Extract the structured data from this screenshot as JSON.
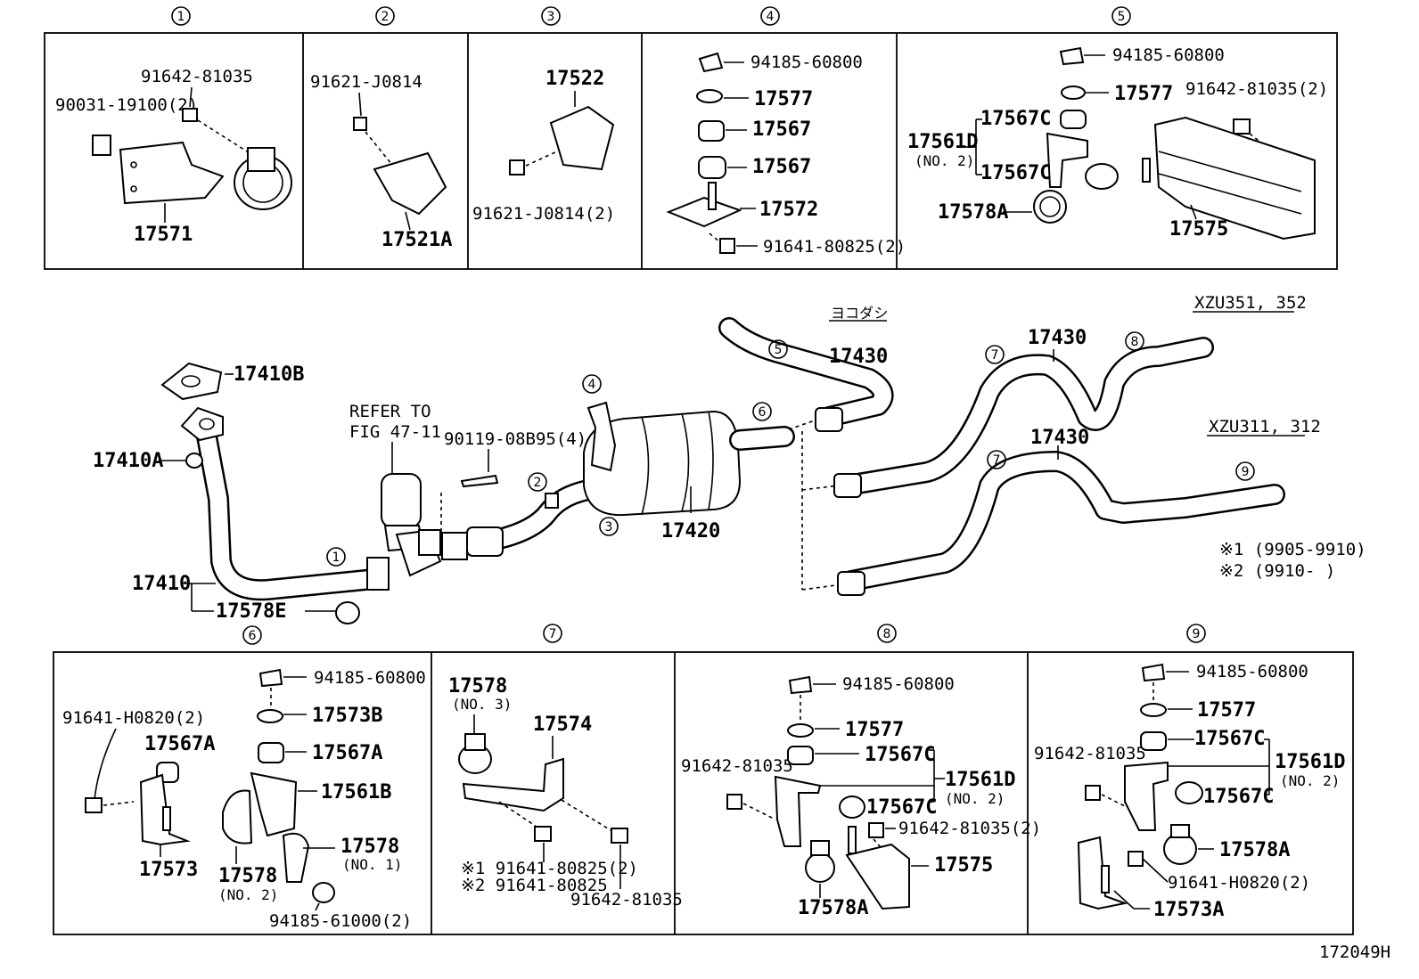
{
  "diagram_code": "172049H",
  "callouts": [
    "1",
    "2",
    "3",
    "4",
    "5",
    "6",
    "7",
    "8",
    "9"
  ],
  "box1": {
    "num": "1",
    "parts": [
      "91642-81035",
      "90031-19100(2)",
      "17571"
    ]
  },
  "box2": {
    "num": "2",
    "parts": [
      "91621-J0814",
      "17521A"
    ]
  },
  "box3": {
    "num": "3",
    "parts": [
      "17522",
      "91621-J0814(2)"
    ]
  },
  "box4": {
    "num": "4",
    "parts": [
      "94185-60800",
      "17577",
      "17567",
      "17567",
      "17572",
      "91641-80825(2)"
    ]
  },
  "box5": {
    "num": "5",
    "parts": [
      "94185-60800",
      "17577",
      "91642-81035(2)",
      "17567C",
      "17561D",
      "(NO. 2)",
      "17567C",
      "17578A",
      "17575"
    ]
  },
  "main": {
    "refer_line1": "REFER TO",
    "refer_line2": "FIG 47-11",
    "bolt": "90119-08B95(4)",
    "gasket_top": "17410B",
    "gasket": "17410A",
    "front_pipe": "17410",
    "clamp": "17578E",
    "muffler": "17420",
    "tail_pipe_a": "17430",
    "tail_pipe_b": "17430",
    "tail_pipe_c": "17430",
    "yokodashi": "ヨコダシ",
    "model_a": "XZU351, 352",
    "model_b": "XZU311, 312",
    "note1": "※1 (9905-9910)",
    "note2": "※2 (9910-        )"
  },
  "box6": {
    "num": "6",
    "parts": [
      "94185-60800",
      "91641-H0820(2)",
      "17573B",
      "17567A",
      "17567A",
      "17561B",
      "17578",
      "(NO. 1)",
      "17573",
      "17578",
      "(NO. 2)",
      "94185-61000(2)"
    ]
  },
  "box7": {
    "num": "7",
    "parts": [
      "17578",
      "(NO. 3)",
      "17574",
      "※1 91641-80825(2)",
      "※2 91641-80825",
      "91642-81035"
    ]
  },
  "box8": {
    "num": "8",
    "parts": [
      "94185-60800",
      "17577",
      "91642-81035",
      "17567C",
      "17561D",
      "(NO. 2)",
      "17567C",
      "91642-81035(2)",
      "17575",
      "17578A"
    ]
  },
  "box9": {
    "num": "9",
    "parts": [
      "94185-60800",
      "17577",
      "91642-81035",
      "17567C",
      "17561D",
      "(NO. 2)",
      "17567C",
      "17578A",
      "91641-H0820(2)",
      "17573A"
    ]
  }
}
